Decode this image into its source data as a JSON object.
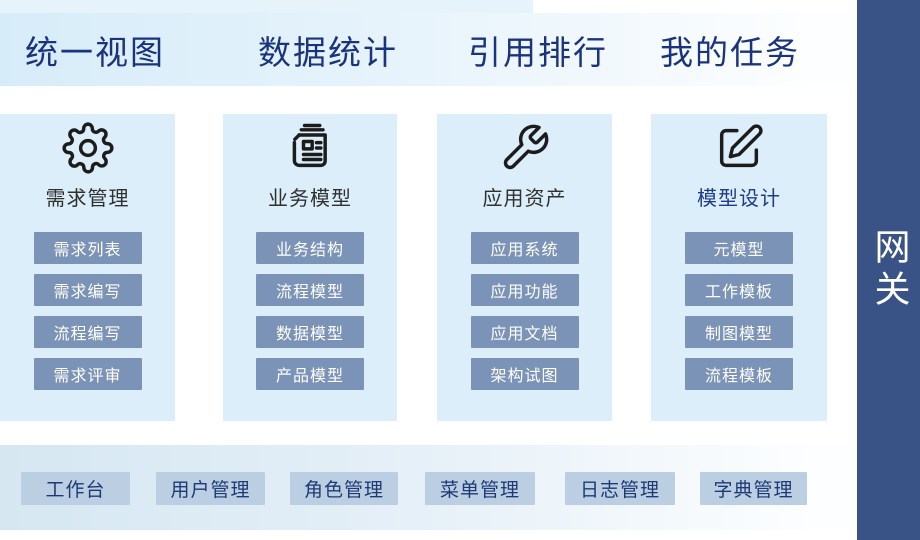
{
  "tabs": [
    "统一视图",
    "数据统计",
    "引用排行",
    "我的任务"
  ],
  "cards": [
    {
      "title": "需求管理",
      "icon": "gear-icon",
      "buttons": [
        "需求列表",
        "需求编写",
        "流程编写",
        "需求评审"
      ]
    },
    {
      "title": "业务模型",
      "icon": "newspaper-icon",
      "buttons": [
        "业务结构",
        "流程模型",
        "数据模型",
        "产品模型"
      ]
    },
    {
      "title": "应用资产",
      "icon": "wrench-icon",
      "buttons": [
        "应用系统",
        "应用功能",
        "应用文档",
        "架构试图"
      ]
    },
    {
      "title": "模型设计",
      "icon": "edit-icon",
      "buttons": [
        "元模型",
        "工作模板",
        "制图模型",
        "流程模板"
      ]
    }
  ],
  "bottom_buttons": [
    "工作台",
    "用户管理",
    "角色管理",
    "菜单管理",
    "日志管理",
    "字典管理"
  ],
  "sidebar": {
    "label": "网关"
  },
  "colors": {
    "top_strip_bg": "#e7f3fb",
    "band_left": "#d7ecf9",
    "tab_text": "#1a337e",
    "card_bg": "#dbeef9",
    "card_title_default": "#303030",
    "card_title_accent": "#1e3c8c",
    "card_button_bg": "#7b93b7",
    "card_button_text": "#ffffff",
    "bottom_band_left": "#d6e7f2",
    "bottom_button_bg": "#bccee1",
    "bottom_button_text": "#1d3a75",
    "sidebar_bg": "#3a5387",
    "sidebar_text": "#ffffff"
  }
}
